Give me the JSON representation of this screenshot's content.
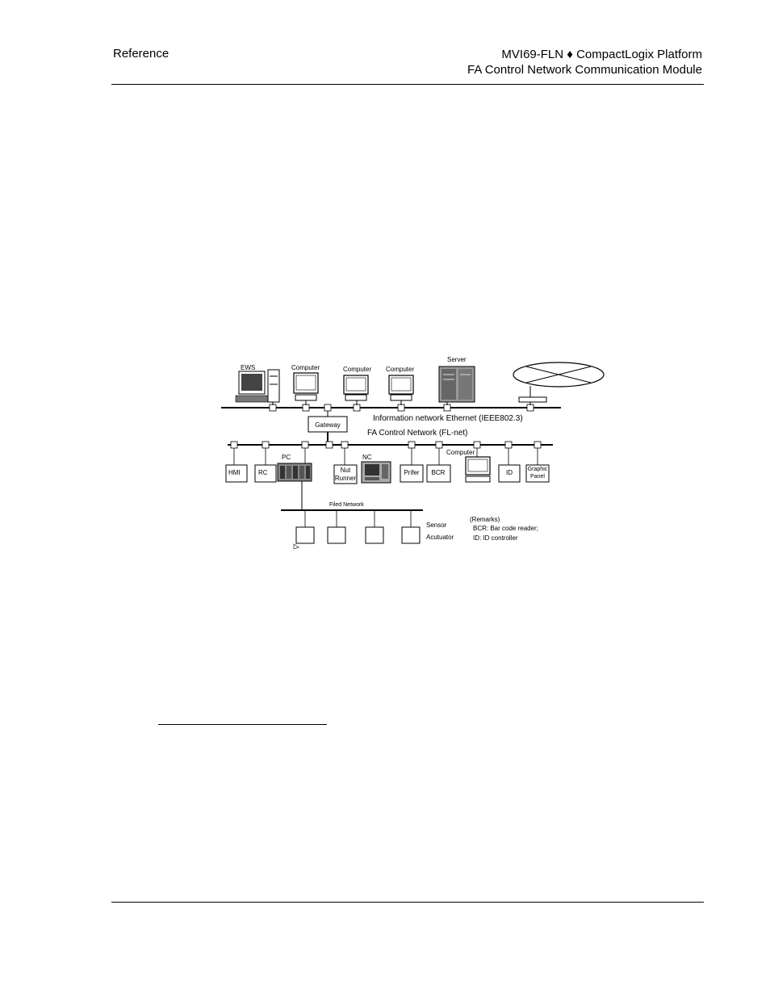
{
  "header": {
    "section": "Reference",
    "product_line1": "MVI69-FLN ♦ CompactLogix Platform",
    "product_line2": "FA Control Network Communication Module"
  },
  "figure": {
    "top_devices": {
      "ews": "EWS",
      "computer1": "Computer",
      "computer2": "Computer",
      "computer3": "Computer",
      "server": "Server"
    },
    "ethernet_label": "Information network Ethernet (IEEE802.3)",
    "gateway": "Gateway",
    "flnet_label": "FA Control Network (FL-net)",
    "fa_devices": {
      "hmi": "HMI",
      "rc": "RC",
      "pc": "PC",
      "nut_line1": "Nut",
      "nut_line2": "Runner",
      "nc": "NC",
      "printer": "Prifer",
      "bcr": "BCR",
      "computer": "Computer",
      "id": "ID",
      "graphic_line1": "Graphic",
      "graphic_line2": "Panel"
    },
    "field_network_label": "Filed Network",
    "sensor": "Sensor",
    "actuator": "Acutuator",
    "remarks": {
      "title": "(Remarks)",
      "line1": "BCR: Bar  code reader;",
      "line2": "ID: ID controller"
    }
  }
}
